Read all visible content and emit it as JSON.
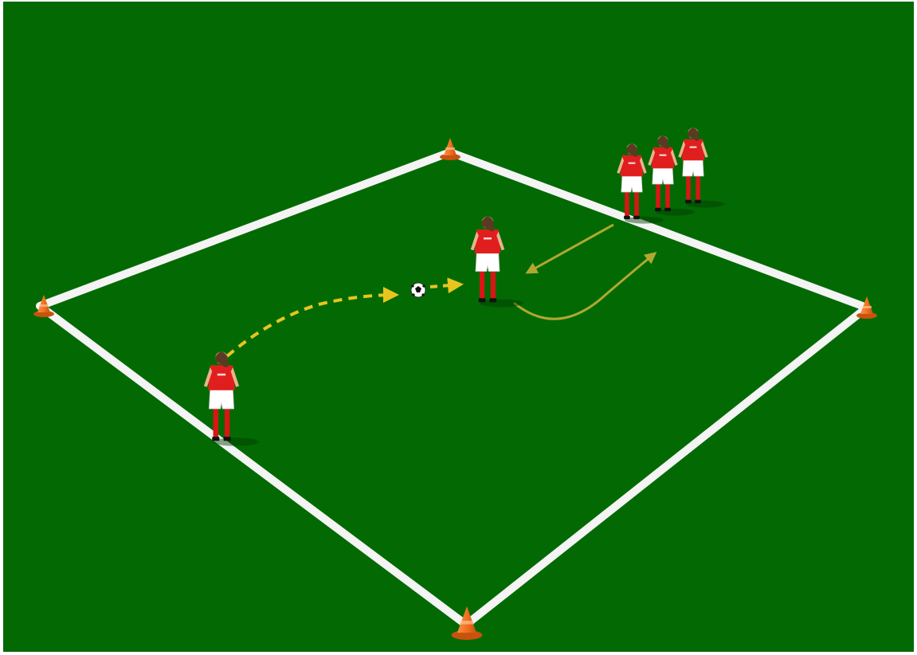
{
  "scene": {
    "colors": {
      "pitch": "#036a03",
      "pitch_dark": "#025a02",
      "field_line": "#f4f4f4",
      "cone": "#f2721f",
      "cone_dark": "#c8520e",
      "jersey": "#e11e1e",
      "shorts": "#ffffff",
      "socks": "#d81616",
      "skin": "#e8b48e",
      "hair": "#5a3a22",
      "pass_arrow": "#e8c51e",
      "run_arrow": "#b0a830",
      "shadow": "#013a01"
    },
    "icons": {
      "cone": "training-cone-icon",
      "player": "soccer-player-icon",
      "ball": "soccer-ball-icon",
      "pass_path": "dashed-arrow-icon",
      "run_path": "solid-arrow-icon"
    },
    "counts": {
      "cones": 4,
      "players_in_queue": 3,
      "players_active": 2,
      "balls": 1
    }
  }
}
